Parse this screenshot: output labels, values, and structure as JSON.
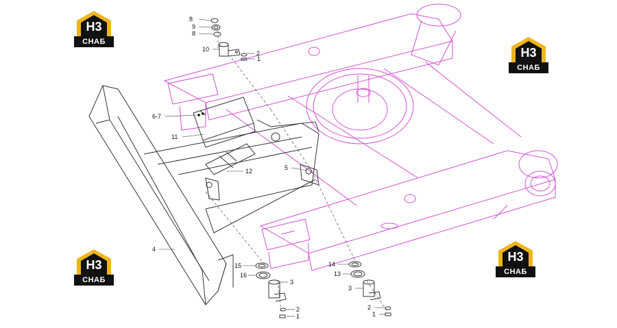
{
  "logos": [
    {
      "mark": "Н3",
      "word": "СНАБ"
    },
    {
      "mark": "Н3",
      "word": "СНАБ"
    },
    {
      "mark": "Н3",
      "word": "СНАБ"
    },
    {
      "mark": "Н3",
      "word": "СНАБ"
    }
  ],
  "callouts": [
    "8",
    "9",
    "8",
    "10",
    "2",
    "1",
    "6-7",
    "11",
    "5",
    "12",
    "4",
    "15",
    "16",
    "3",
    "2",
    "1",
    "14",
    "13",
    "3",
    "2",
    "1"
  ],
  "colors": {
    "frame": "#d24fd0",
    "parts": "#333333",
    "logo_gold": "#f0b51d",
    "logo_dark": "#111111"
  }
}
